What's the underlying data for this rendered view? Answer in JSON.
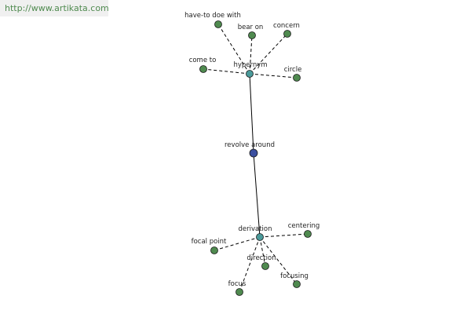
{
  "watermark": "http://www.artikata.com",
  "colors": {
    "center": "#3b4fa0",
    "hub": "#4a9a9a",
    "leaf": "#4f8a4f",
    "edge": "#000000"
  },
  "nodes": [
    {
      "id": "revolve-around",
      "label": "revolve around",
      "role": "center"
    },
    {
      "id": "hypernym",
      "label": "hypernym",
      "role": "hub"
    },
    {
      "id": "derivation",
      "label": "derivation",
      "role": "hub"
    },
    {
      "id": "have-to-doe-with",
      "label": "have-to doe with",
      "role": "leaf"
    },
    {
      "id": "bear-on",
      "label": "bear on",
      "role": "leaf"
    },
    {
      "id": "concern",
      "label": "concern",
      "role": "leaf"
    },
    {
      "id": "come-to",
      "label": "come to",
      "role": "leaf"
    },
    {
      "id": "circle",
      "label": "circle",
      "role": "leaf"
    },
    {
      "id": "centering",
      "label": "centering",
      "role": "leaf"
    },
    {
      "id": "focal-point",
      "label": "focal point",
      "role": "leaf"
    },
    {
      "id": "direction",
      "label": "direction",
      "role": "leaf"
    },
    {
      "id": "focus",
      "label": "focus",
      "role": "leaf"
    },
    {
      "id": "focusing",
      "label": "focusing",
      "role": "leaf"
    }
  ],
  "edges": [
    {
      "from": "revolve-around",
      "to": "hypernym",
      "style": "solid"
    },
    {
      "from": "revolve-around",
      "to": "derivation",
      "style": "solid"
    },
    {
      "from": "hypernym",
      "to": "have-to-doe-with",
      "style": "dashed"
    },
    {
      "from": "hypernym",
      "to": "bear-on",
      "style": "dashed"
    },
    {
      "from": "hypernym",
      "to": "concern",
      "style": "dashed"
    },
    {
      "from": "hypernym",
      "to": "come-to",
      "style": "dashed"
    },
    {
      "from": "hypernym",
      "to": "circle",
      "style": "dashed"
    },
    {
      "from": "derivation",
      "to": "centering",
      "style": "dashed"
    },
    {
      "from": "derivation",
      "to": "focal-point",
      "style": "dashed"
    },
    {
      "from": "derivation",
      "to": "direction",
      "style": "dashed"
    },
    {
      "from": "derivation",
      "to": "focus",
      "style": "dashed"
    },
    {
      "from": "derivation",
      "to": "focusing",
      "style": "dashed"
    }
  ]
}
